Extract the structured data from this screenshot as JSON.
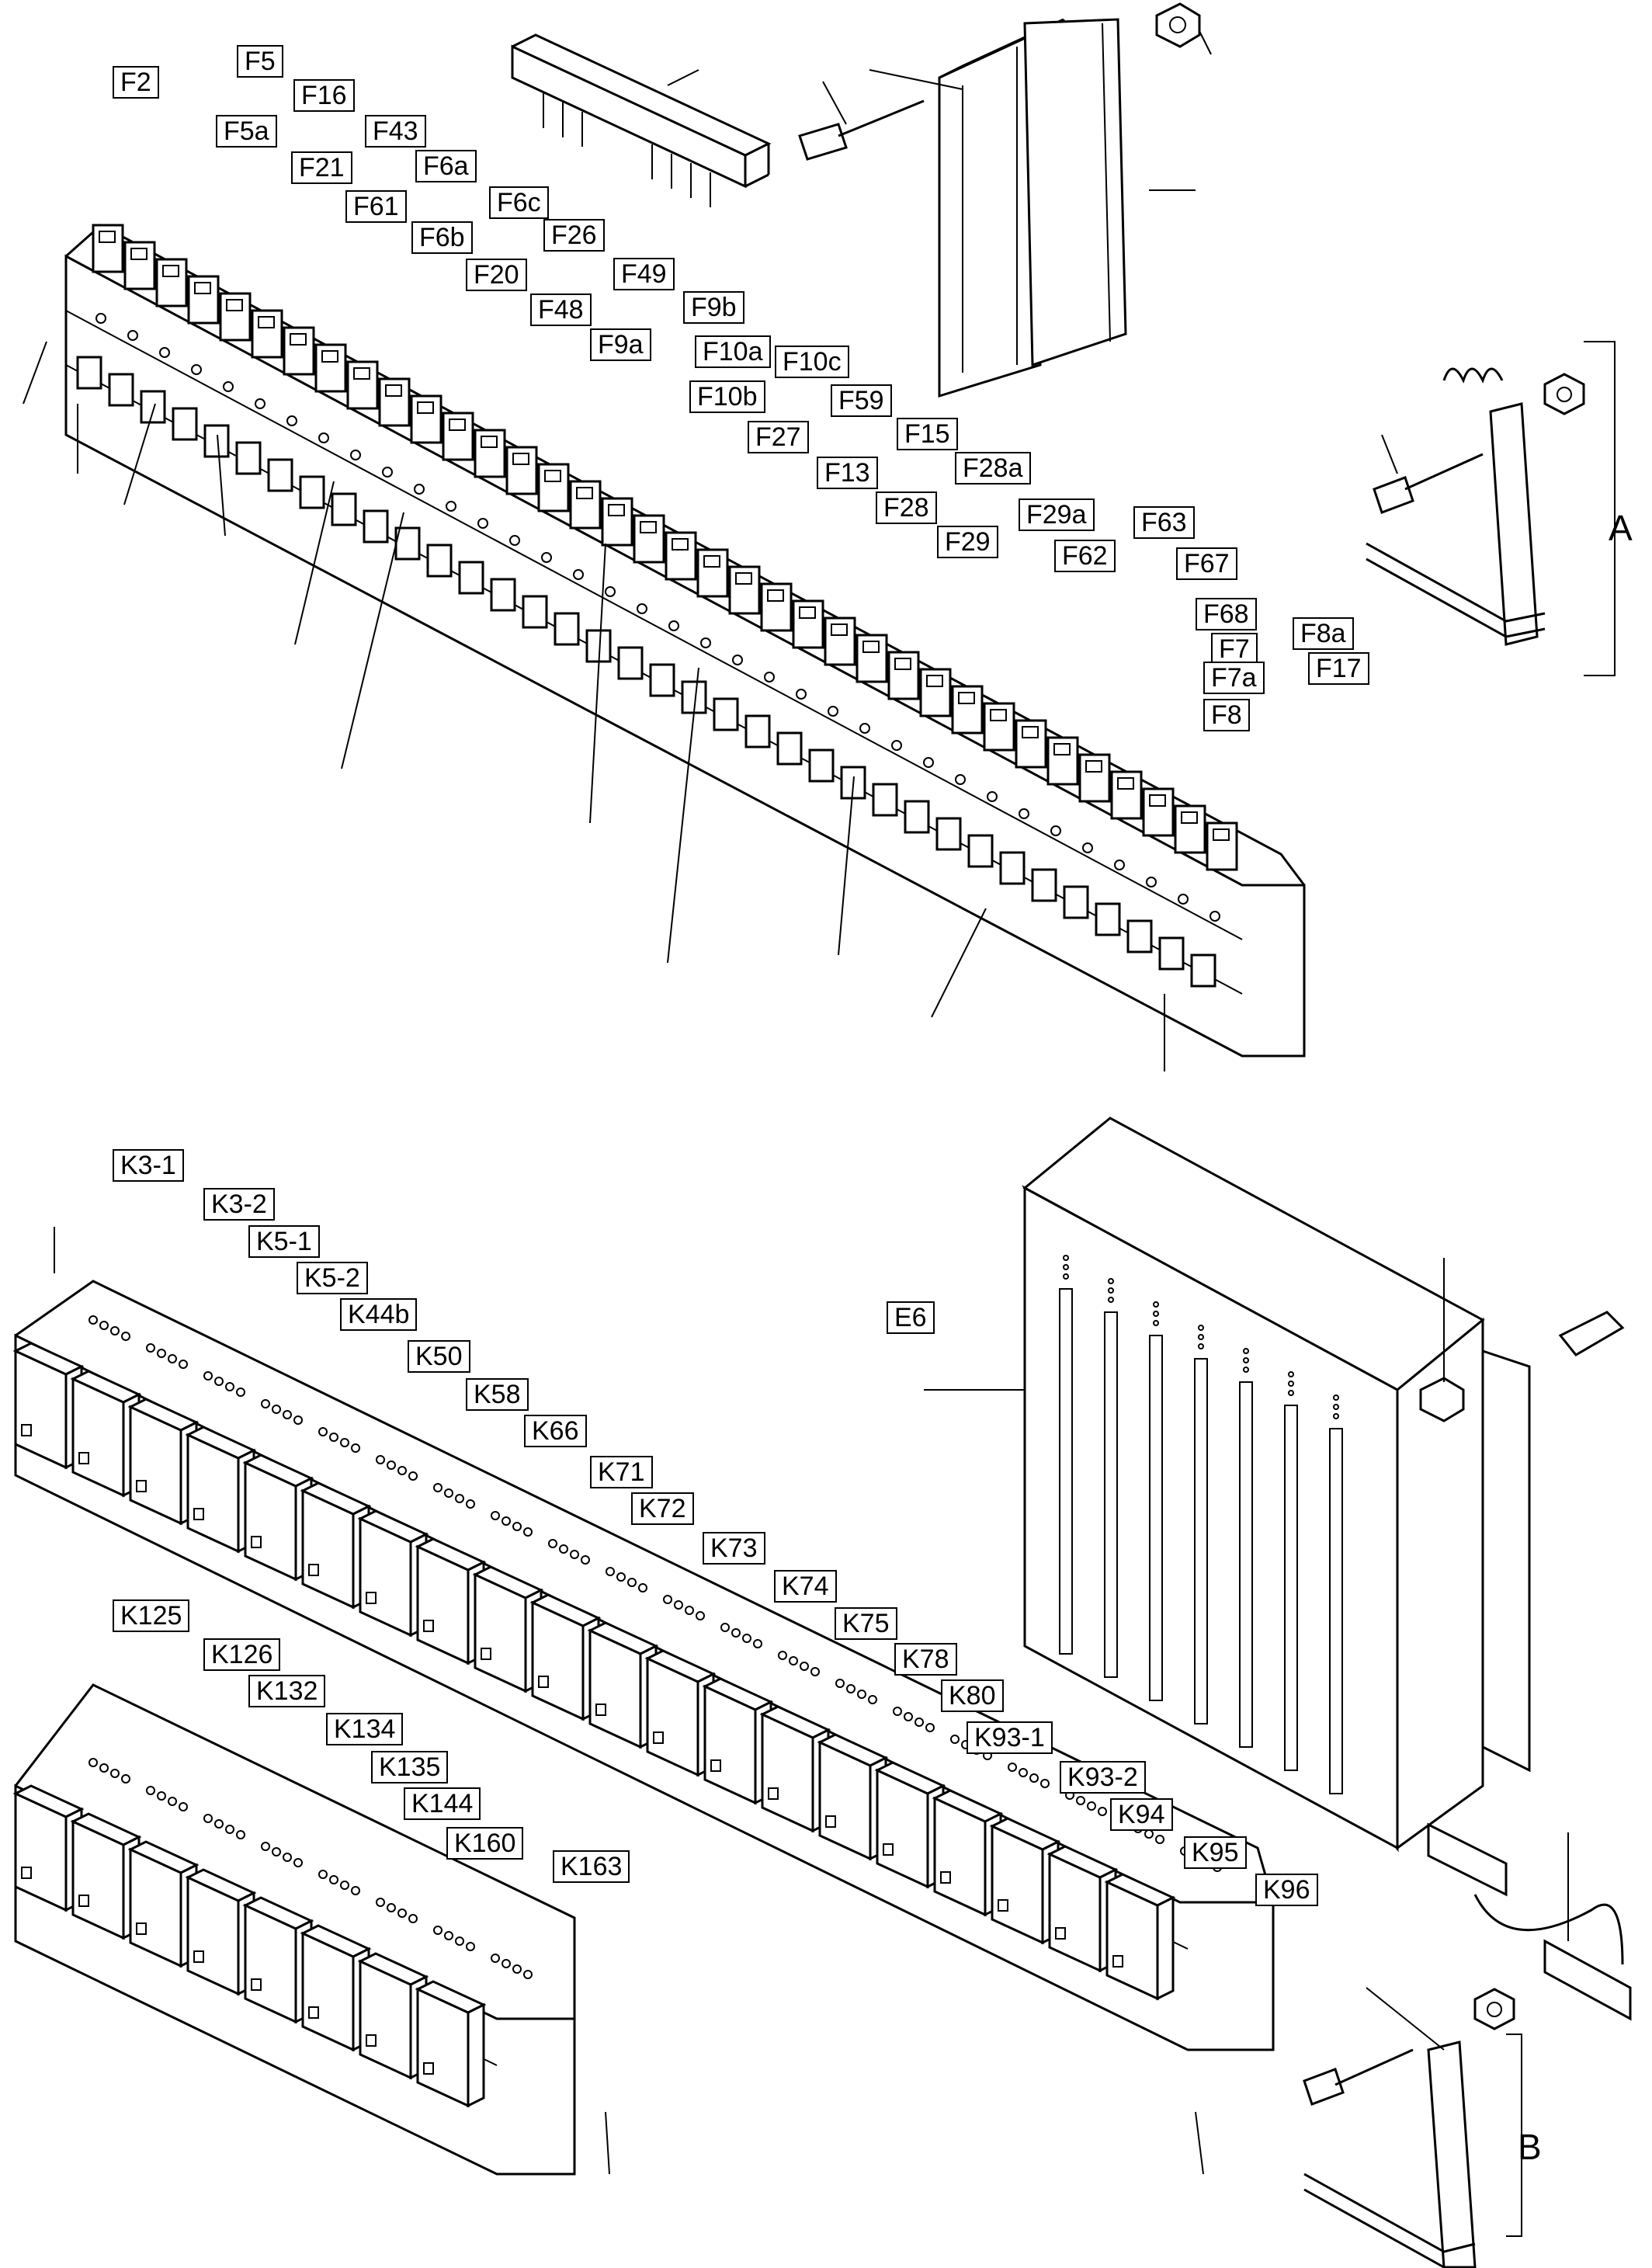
{
  "fuse_labels": [
    "F2",
    "F5",
    "F5a",
    "F16",
    "F43",
    "F21",
    "F6a",
    "F61",
    "F6c",
    "F6b",
    "F26",
    "F20",
    "F49",
    "F48",
    "F9b",
    "F9a",
    "F10a",
    "F10c",
    "F10b",
    "F59",
    "F27",
    "F15",
    "F13",
    "F28a",
    "F28",
    "F29a",
    "F63",
    "F29",
    "F62",
    "F67",
    "F68",
    "F7",
    "F8a",
    "F17",
    "F7a",
    "F8"
  ],
  "relay_labels_upper": [
    "K3-1",
    "K3-2",
    "K5-1",
    "K5-2",
    "K44b",
    "K50",
    "K58",
    "K66",
    "K71",
    "K72",
    "K73",
    "K74",
    "K75",
    "K78",
    "K80",
    "K93-1",
    "K93-2",
    "K94",
    "K95",
    "K96"
  ],
  "relay_labels_lower": [
    "K125",
    "K126",
    "K132",
    "K134",
    "K135",
    "K144",
    "K160",
    "K163"
  ],
  "component_label": "E6",
  "detail_labels": [
    "A",
    "B"
  ]
}
